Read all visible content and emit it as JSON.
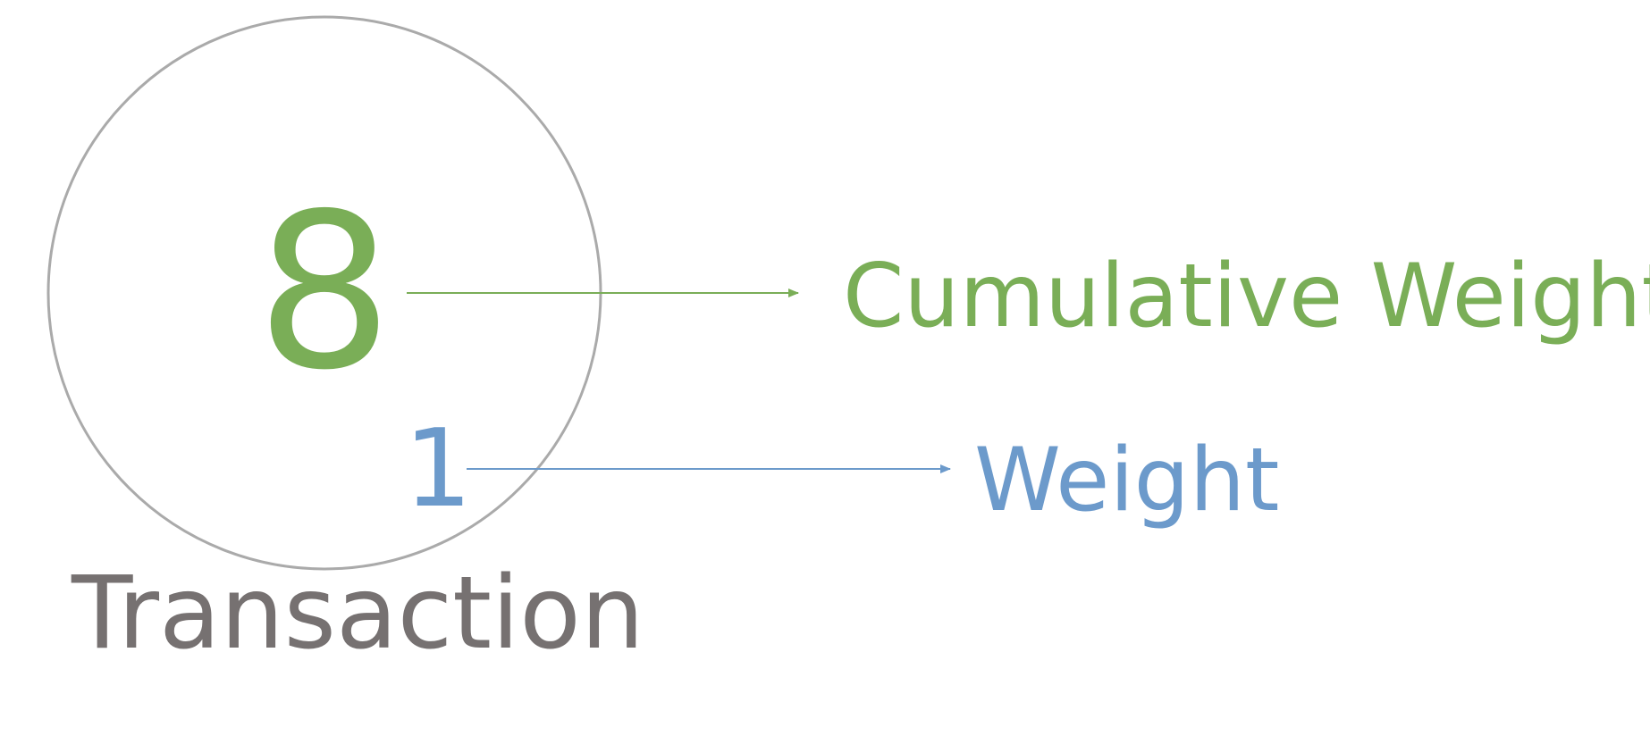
{
  "diagram": {
    "cumulative_weight_value": "8",
    "weight_value": "1",
    "cumulative_weight_label": "Cumulative Weight",
    "weight_label": "Weight",
    "node_label": "Transaction"
  },
  "colors": {
    "green": "#7AAE57",
    "blue": "#6C9ACB",
    "gray_text": "#767171",
    "circle_stroke": "#AAAAAA",
    "background": "#FFFFFF"
  }
}
